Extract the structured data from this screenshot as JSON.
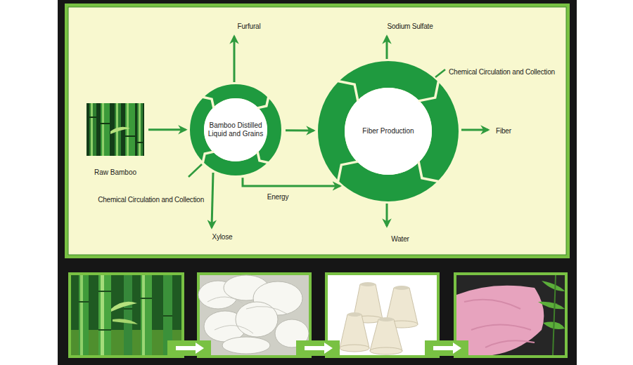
{
  "diagram": {
    "nodes": [
      {
        "text": [
          "Raw Bamboo"
        ]
      },
      {
        "text": [
          "Bamboo Distilled Liquid and Grains"
        ]
      },
      {
        "text": [
          "Fiber Production"
        ]
      }
    ],
    "edges": [
      {
        "from": 0,
        "to": 1,
        "arrow": "to"
      },
      {
        "from": 1,
        "to": 2,
        "arrow": "to"
      },
      {
        "from": 1,
        "to": 2,
        "arrow": "to",
        "label": "Energy"
      }
    ],
    "labels": [
      "Furfural",
      "Sodium Sulfate",
      "Chemical Circulation and Collection",
      "Fiber",
      "Chemical Circulation and Collection",
      "Xylose",
      "Water"
    ]
  }
}
